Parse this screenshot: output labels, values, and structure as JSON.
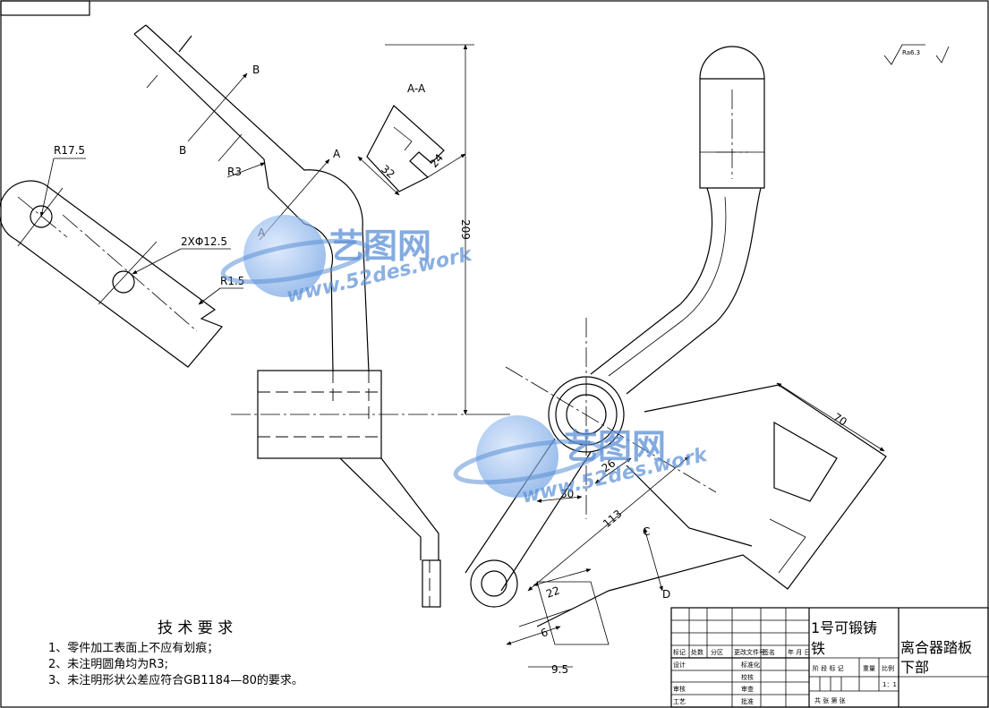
{
  "drawing": {
    "section_label": "A-A",
    "view_labels": {
      "a_top": "A",
      "a_bottom": "A",
      "b_top": "B",
      "b_bottom": "B",
      "c": "C",
      "d": "D"
    },
    "dimensions": {
      "r17_5": "R17.5",
      "r3": "R3",
      "hole": "2XΦ12.5",
      "r1_5": "R1.5",
      "d32": "32",
      "d24": "24",
      "d209": "209",
      "d70": "70",
      "d26": "26",
      "d30": "30",
      "d113": "113",
      "d22": "22",
      "d6": "6",
      "d9_5": "9.5"
    },
    "roughness": {
      "value": "Ra6.3"
    }
  },
  "tech_req": {
    "title": "技 术 要 求",
    "items": [
      "1、零件加工表面上不应有划痕；",
      "2、未注明圆角均为R3;",
      "3、未注明形状公差应符合GB1184—80的要求。"
    ]
  },
  "title_block": {
    "material_line1": "1号可锻铸",
    "material_line2": "铁",
    "part_line1": "离合器踏板",
    "part_line2": "下部",
    "labels": {
      "mark": "标记",
      "count": "处数",
      "zone": "分区",
      "doc": "更改文件号",
      "sign": "签名",
      "date": "年 月 日",
      "design": "设计",
      "standard": "标准化",
      "review": "审核",
      "process": "工艺",
      "proof": "校核",
      "audit": "审查",
      "approve": "批准",
      "stage": "阶 段 标 记",
      "weight": "重量",
      "scale": "比例",
      "scale_value": "1：1",
      "sheets": "共    张  第    张"
    }
  },
  "watermark": {
    "title": "艺图网",
    "url": "www.52des.work"
  }
}
